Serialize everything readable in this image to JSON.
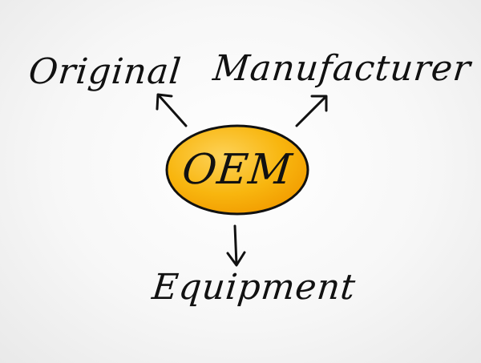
{
  "diagram": {
    "center": {
      "label": "OEM",
      "fill_color": "#f6a800",
      "highlight_color": "#fdd259",
      "stroke_color": "#111111"
    },
    "branches": [
      {
        "id": "original",
        "label": "Original",
        "direction": "up-left"
      },
      {
        "id": "manufacturer",
        "label": "Manufacturer",
        "direction": "up-right"
      },
      {
        "id": "equipment",
        "label": "Equipment",
        "direction": "down"
      }
    ]
  }
}
